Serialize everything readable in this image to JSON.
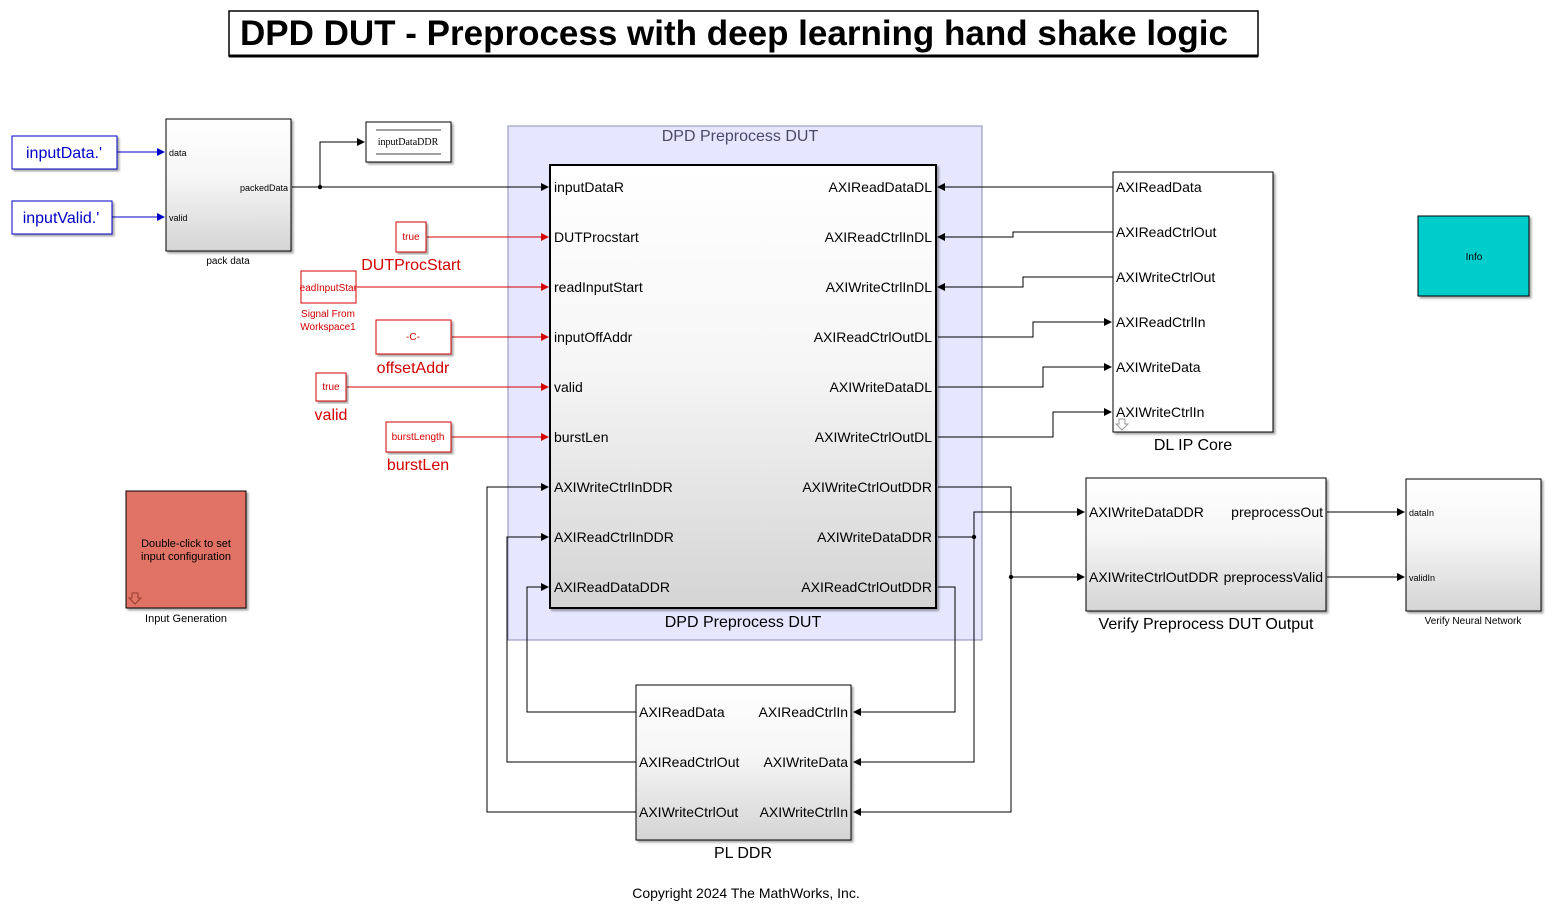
{
  "title": "DPD DUT - Preprocess with deep learning hand shake logic",
  "copyright": "Copyright 2024 The MathWorks, Inc.",
  "colors": {
    "signal": "#000000",
    "red": "#d40000",
    "blue": "#0000c8",
    "subsystem_area": "#e6e6ff",
    "info_block": "#00cccc",
    "input_gen_block": "#e07366"
  },
  "inports": {
    "input_data": "inputData.'",
    "input_valid": "inputValid.'"
  },
  "pack_data": {
    "name": "pack data",
    "in_ports": [
      "data",
      "valid"
    ],
    "out_port": "packedData"
  },
  "to_workspace": {
    "label": "inputDataDDR"
  },
  "constants": {
    "dut_proc_start": {
      "value": "true",
      "name": "DUTProcStart"
    },
    "read_input_start": {
      "value": "readInputStart",
      "name_line1": "Signal From",
      "name_line2": "Workspace1"
    },
    "offset_addr": {
      "value": "-C-",
      "name": "offsetAddr"
    },
    "valid": {
      "value": "true",
      "name": "valid"
    },
    "burst_len": {
      "value": "burstLength",
      "name": "burstLen"
    }
  },
  "dut": {
    "area_label": "DPD Preprocess DUT",
    "name": "DPD Preprocess DUT",
    "in_ports": [
      "inputDataR",
      "DUTProcstart",
      "readInputStart",
      "inputOffAddr",
      "valid",
      "burstLen",
      "AXIWriteCtrlInDDR",
      "AXIReadCtrlInDDR",
      "AXIReadDataDDR"
    ],
    "out_ports": [
      "AXIReadDataDL",
      "AXIReadCtrlInDL",
      "AXIWriteCtrlInDL",
      "AXIReadCtrlOutDL",
      "AXIWriteDataDL",
      "AXIWriteCtrlOutDL",
      "AXIWriteCtrlOutDDR",
      "AXIWriteDataDDR",
      "AXIReadCtrlOutDDR"
    ]
  },
  "dl_ip_core": {
    "name": "DL IP Core",
    "ports": [
      "AXIReadData",
      "AXIReadCtrlOut",
      "AXIWriteCtrlOut",
      "AXIReadCtrlIn",
      "AXIWriteData",
      "AXIWriteCtrlIn"
    ]
  },
  "info": {
    "label": "Info"
  },
  "input_generation": {
    "label_line1": "Double-click to set",
    "label_line2": "input configuration",
    "name": "Input Generation"
  },
  "verify_preprocess": {
    "name": "Verify Preprocess DUT Output",
    "in_ports": [
      "AXIWriteDataDDR",
      "AXIWriteCtrlOutDDR"
    ],
    "out_ports": [
      "preprocessOut",
      "preprocessValid"
    ]
  },
  "verify_nn": {
    "name": "Verify Neural Network",
    "in_ports": [
      "dataIn",
      "validIn"
    ]
  },
  "pl_ddr": {
    "name": "PL DDR",
    "out_ports": [
      "AXIReadData",
      "AXIReadCtrlOut",
      "AXIWriteCtrlOut"
    ],
    "in_ports": [
      "AXIReadCtrlIn",
      "AXIWriteData",
      "AXIWriteCtrlIn"
    ]
  }
}
